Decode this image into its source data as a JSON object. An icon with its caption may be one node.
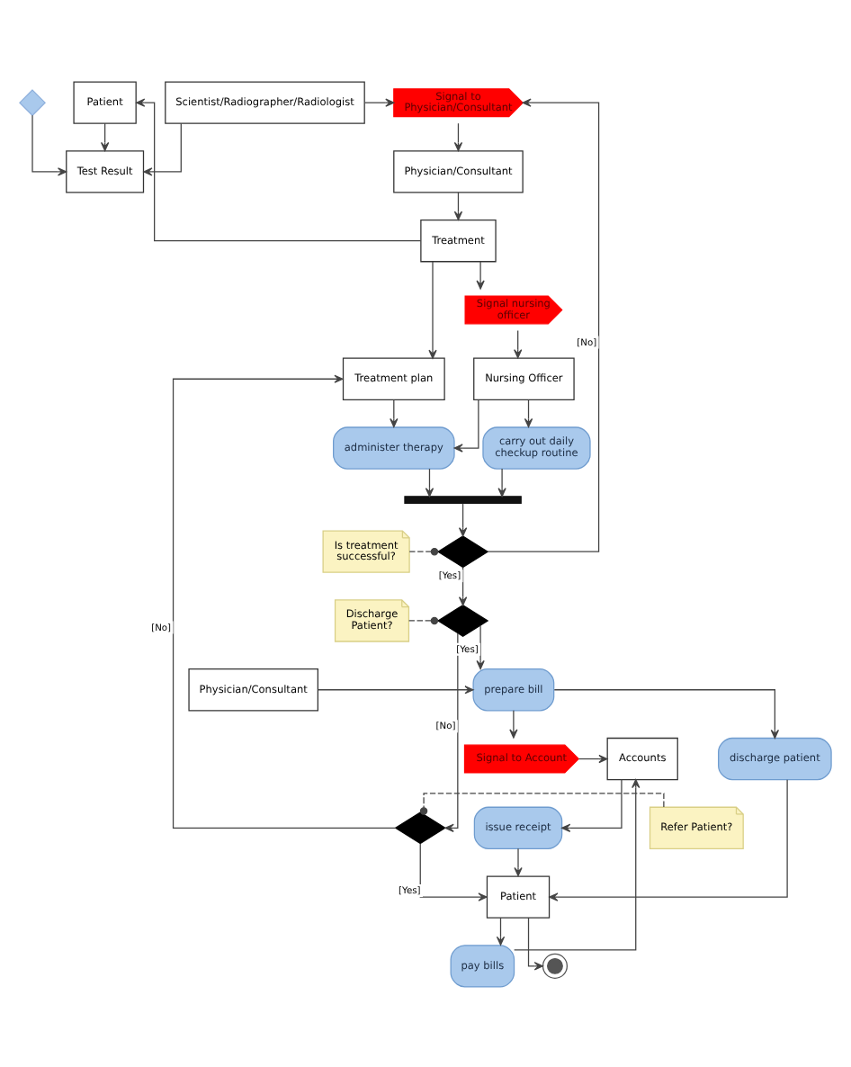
{
  "diagram": {
    "nodes": [
      {
        "text": [],
        "shape": "diamond"
      },
      {
        "text": [
          "Test Result"
        ]
      },
      {
        "text": [
          "Patient"
        ]
      },
      {
        "text": [
          "Signal to Physician/Consultant"
        ]
      },
      {
        "text": [
          "Scientist/Radiographer/Radiologist"
        ]
      },
      {
        "text": [
          "Physician/Consultant"
        ]
      },
      {
        "text": [
          "Signal nursing officer"
        ]
      },
      {
        "text": [
          "Treatment"
        ]
      },
      {
        "text": [
          "Nursing Officer"
        ]
      },
      {
        "text": [
          "administer therapy"
        ]
      },
      {
        "text": [
          "carry out daily checkup routine"
        ]
      },
      {
        "text": [
          "Treatment plan"
        ]
      },
      {
        "text": [],
        "shape": "bar"
      },
      {
        "text": [],
        "shape": "diamond"
      },
      {
        "text": [
          "Is treatment successful?"
        ]
      },
      {
        "text": [
          "Refer Patient?"
        ]
      },
      {
        "text": [],
        "shape": "diamond"
      },
      {
        "text": [
          "Discharge Patient?"
        ]
      },
      {
        "text": [],
        "shape": "diamond"
      },
      {
        "text": [
          "Accounts"
        ]
      },
      {
        "text": [
          "Signal to Account"
        ]
      },
      {
        "text": [
          "discharge patient"
        ]
      },
      {
        "text": [
          "prepare bill"
        ]
      },
      {
        "text": [
          "Physician/Consultant"
        ]
      },
      {
        "text": [
          "issue receipt"
        ]
      },
      {
        "text": [
          "pay bills"
        ]
      },
      {
        "text": [
          "Patient"
        ]
      },
      {
        "text": [],
        "shape": "circle"
      }
    ],
    "edges": [
      {
        "from": 0,
        "to": 1,
        "arrow": "to"
      },
      {
        "from": 2,
        "to": 1,
        "arrow": "to"
      },
      {
        "from": 4,
        "to": 1,
        "arrow": "to"
      },
      {
        "from": 4,
        "to": 3,
        "arrow": "to"
      },
      {
        "from": 13,
        "to": 3,
        "arrow": "to",
        "label": "[No]"
      },
      {
        "from": 3,
        "to": 5,
        "arrow": "to"
      },
      {
        "from": 5,
        "to": 7,
        "arrow": "to"
      },
      {
        "from": 7,
        "to": 2,
        "arrow": "to"
      },
      {
        "from": 7,
        "to": 6,
        "arrow": "to"
      },
      {
        "from": 6,
        "to": 8,
        "arrow": "to"
      },
      {
        "from": 7,
        "to": 11,
        "arrow": "to"
      },
      {
        "from": 8,
        "to": 9,
        "arrow": "to"
      },
      {
        "from": 8,
        "to": 10,
        "arrow": "to"
      },
      {
        "from": 11,
        "to": 9,
        "arrow": "to"
      },
      {
        "from": 9,
        "to": 12,
        "arrow": "to"
      },
      {
        "from": 10,
        "to": 12,
        "arrow": "to"
      },
      {
        "from": 12,
        "to": 13,
        "arrow": "to"
      },
      {
        "from": 14,
        "to": 13,
        "arrow": "other",
        "style": "dashed"
      },
      {
        "from": 13,
        "to": 16,
        "arrow": "to",
        "label": "[Yes]"
      },
      {
        "from": 15,
        "to": 18,
        "arrow": "other",
        "style": "dashed"
      },
      {
        "from": 17,
        "to": 16,
        "arrow": "other",
        "style": "dashed"
      },
      {
        "from": 16,
        "to": 18,
        "arrow": "to",
        "label": "[No]"
      },
      {
        "from": 16,
        "to": 22,
        "arrow": "to",
        "label": "[Yes]"
      },
      {
        "from": 18,
        "to": 11,
        "arrow": "to",
        "label": "[No]"
      },
      {
        "from": 18,
        "to": 26,
        "arrow": "to",
        "label": "[Yes]"
      },
      {
        "from": 22,
        "to": 20,
        "arrow": "to"
      },
      {
        "from": 20,
        "to": 19,
        "arrow": "to"
      },
      {
        "from": 22,
        "to": 21,
        "arrow": "to"
      },
      {
        "from": 23,
        "to": 22,
        "arrow": "to"
      },
      {
        "from": 19,
        "to": 24,
        "arrow": "to"
      },
      {
        "from": 25,
        "to": 19,
        "arrow": "to"
      },
      {
        "from": 26,
        "to": 25,
        "arrow": "to"
      },
      {
        "from": 24,
        "to": 26,
        "arrow": "to"
      },
      {
        "from": 21,
        "to": 26,
        "arrow": "to"
      },
      {
        "from": 26,
        "to": 27,
        "arrow": "to"
      }
    ]
  }
}
